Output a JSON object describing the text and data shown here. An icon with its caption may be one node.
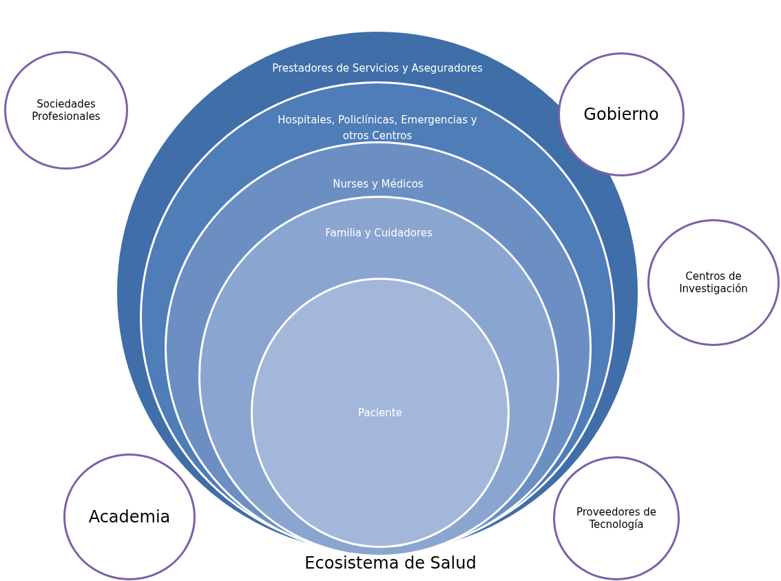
{
  "diagram": {
    "caption": "Ecosistema de Salud",
    "nodes": [
      {
        "text": [
          "Prestadores de Servicios y Aseguradores"
        ]
      },
      {
        "text": [
          "Hospitales, Policlínicas, Emergencias y otros Centros"
        ],
        "in": 0
      },
      {
        "text": [
          "Nurses y Médicos"
        ],
        "in": 1
      },
      {
        "text": [
          "Familia y Cuidadores"
        ],
        "in": 2
      },
      {
        "text": [
          "Paciente"
        ],
        "in": 3
      },
      {
        "text": [
          "Sociedades Profesionales"
        ]
      },
      {
        "text": [
          "Gobierno"
        ]
      },
      {
        "text": [
          "Centros de Investigación"
        ]
      },
      {
        "text": [
          "Academia"
        ]
      },
      {
        "text": [
          "Proveedores de Tecnología"
        ]
      }
    ],
    "edges": []
  }
}
